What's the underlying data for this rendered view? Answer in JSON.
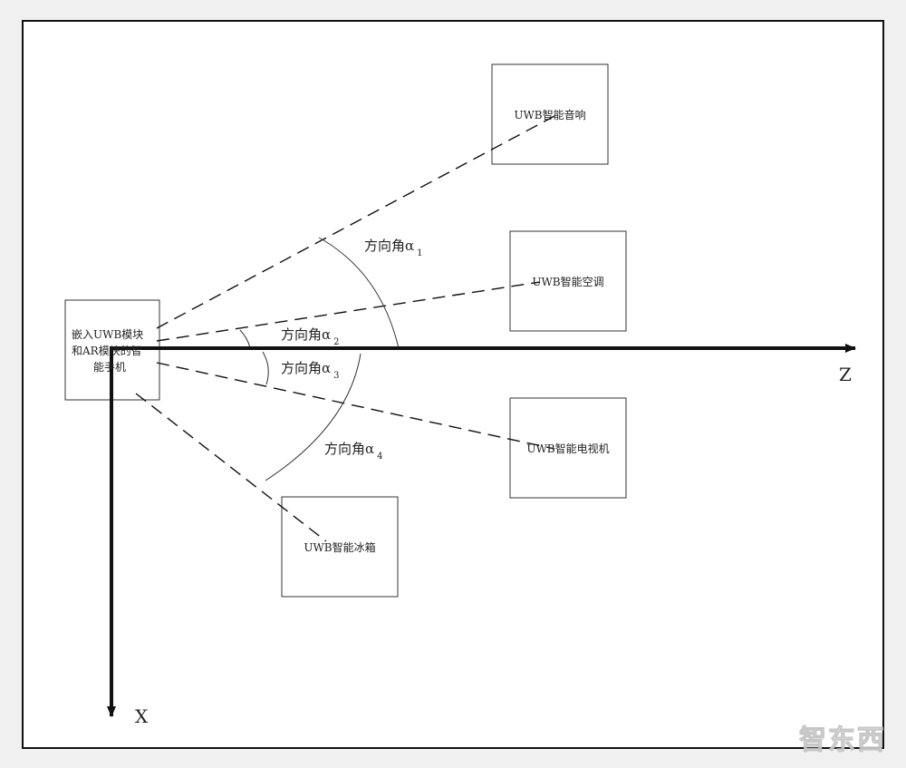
{
  "devices": {
    "phone": {
      "label_lines": [
        "嵌入UWB模块",
        "和AR模块的智",
        "能手机"
      ]
    },
    "speaker": {
      "label": "UWB智能音响"
    },
    "ac": {
      "label": "UWB智能空调"
    },
    "tv": {
      "label": "UWB智能电视机"
    },
    "fridge": {
      "label": "UWB智能冰箱"
    }
  },
  "angles": {
    "a1": {
      "text": "方向角α",
      "sub": "1"
    },
    "a2": {
      "text": "方向角α",
      "sub": "2"
    },
    "a3": {
      "text": "方向角α",
      "sub": "3"
    },
    "a4": {
      "text": "方向角α",
      "sub": "4"
    }
  },
  "axes": {
    "z_label": "Z",
    "x_label": "X"
  },
  "watermark": "智东西",
  "colors": {
    "line": "#111111",
    "box": "#333333",
    "background": "#ffffff"
  }
}
